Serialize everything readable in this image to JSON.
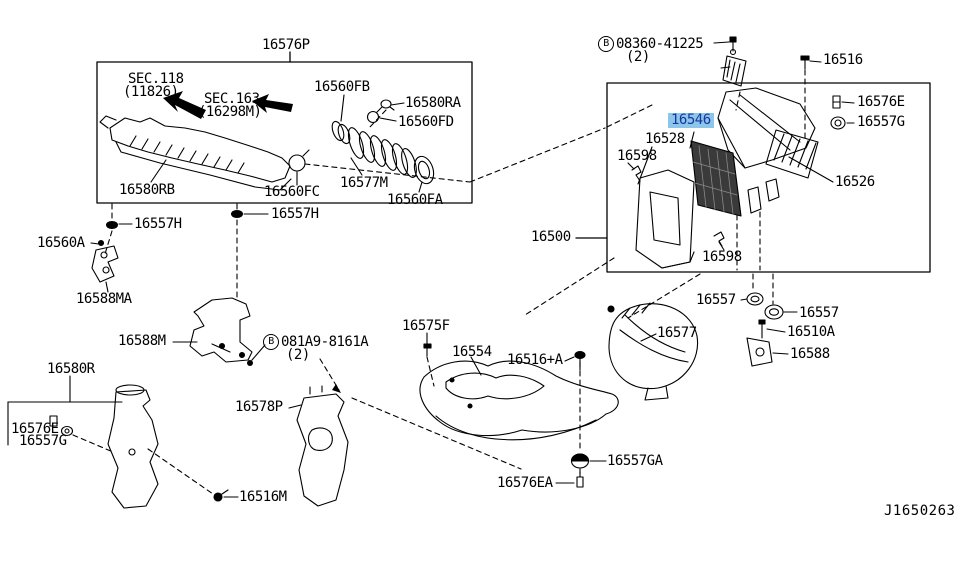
{
  "diagram": {
    "code": "J1650263",
    "highlight_bg": "#8cc6ea",
    "highlight_fg": "#17379e",
    "highlighted_part": "16546"
  },
  "labels": [
    {
      "id": "16576P",
      "text": "16576P"
    },
    {
      "id": "sec118",
      "text": "SEC.118"
    },
    {
      "id": "sec118-ref",
      "text": "(11826)"
    },
    {
      "id": "sec163",
      "text": "SEC.163"
    },
    {
      "id": "sec163-ref",
      "text": "(16298M)"
    },
    {
      "id": "16560FB",
      "text": "16560FB"
    },
    {
      "id": "16580RA",
      "text": "16580RA"
    },
    {
      "id": "16560FD",
      "text": "16560FD"
    },
    {
      "id": "16580RB",
      "text": "16580RB"
    },
    {
      "id": "16560FC",
      "text": "16560FC"
    },
    {
      "id": "16577M",
      "text": "16577M"
    },
    {
      "id": "16560FA",
      "text": "16560FA"
    },
    {
      "id": "16557H-a",
      "text": "16557H"
    },
    {
      "id": "16557H-b",
      "text": "16557H"
    },
    {
      "id": "16560A",
      "text": "16560A"
    },
    {
      "id": "16588MA",
      "text": "16588MA"
    },
    {
      "id": "16588M",
      "text": "16588M"
    },
    {
      "id": "081A9-8161A",
      "prefix": "B",
      "text": "081A9-8161A"
    },
    {
      "id": "081A9-qty",
      "text": "(2)"
    },
    {
      "id": "16580R",
      "text": "16580R"
    },
    {
      "id": "16576E-left",
      "text": "16576E"
    },
    {
      "id": "16557G-left",
      "text": "16557G"
    },
    {
      "id": "16516M",
      "text": "16516M"
    },
    {
      "id": "16578P",
      "text": "16578P"
    },
    {
      "id": "16575F",
      "text": "16575F"
    },
    {
      "id": "16554",
      "text": "16554"
    },
    {
      "id": "16516+A",
      "text": "16516+A"
    },
    {
      "id": "16577",
      "text": "16577"
    },
    {
      "id": "16500",
      "text": "16500"
    },
    {
      "id": "16598-center",
      "text": "16598"
    },
    {
      "id": "16557-left",
      "text": "16557"
    },
    {
      "id": "16557-right",
      "text": "16557"
    },
    {
      "id": "16510A",
      "text": "16510A"
    },
    {
      "id": "16588",
      "text": "16588"
    },
    {
      "id": "16557GA",
      "text": "16557GA"
    },
    {
      "id": "16576EA",
      "text": "16576EA"
    },
    {
      "id": "16546",
      "text": "16546"
    },
    {
      "id": "16528",
      "text": "16528"
    },
    {
      "id": "16598-top",
      "text": "16598"
    },
    {
      "id": "16526",
      "text": "16526"
    },
    {
      "id": "16576E-right",
      "text": "16576E"
    },
    {
      "id": "16557G-right",
      "text": "16557G"
    },
    {
      "id": "16516",
      "text": "16516"
    },
    {
      "id": "08360-41225",
      "prefix": "B",
      "text": "08360-41225"
    },
    {
      "id": "08360-qty",
      "text": "(2)"
    },
    {
      "id": "diagram-code",
      "text": "J1650263"
    }
  ]
}
